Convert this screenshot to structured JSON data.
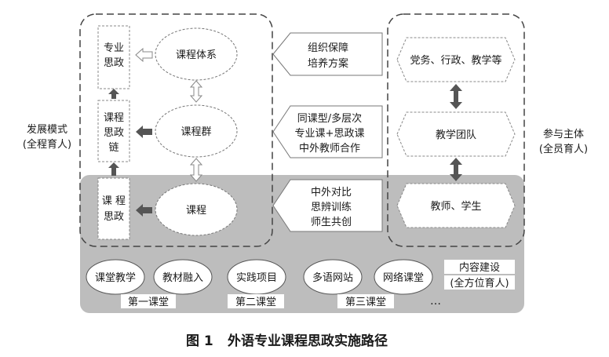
{
  "figure": {
    "caption_number": "图 1",
    "caption_title": "外语专业课程思政实施路径"
  },
  "side_labels": {
    "left_line1": "发展模式",
    "left_line2": "(全程育人)",
    "right_line1": "参与主体",
    "right_line2": "(全员育人)"
  },
  "left_column": {
    "box1": [
      "专业",
      "思政"
    ],
    "box2": [
      "课程",
      "思政",
      "链"
    ],
    "box3": [
      "课 程",
      "思政"
    ]
  },
  "ellipses": {
    "top": "课程体系",
    "middle": "课程群",
    "bottom": "课程"
  },
  "middle_arrows": {
    "top": [
      "组织保障",
      "培养方案"
    ],
    "middle": [
      "同课型/多层次",
      "专业课+思政课",
      "中外教师合作"
    ],
    "bottom": [
      "中外对比",
      "思辨训练",
      "师生共创"
    ]
  },
  "right_column": {
    "top": "党务、行政、教学等",
    "middle": "教学团队",
    "bottom": "教师、学生"
  },
  "bottom_band": {
    "items": [
      "课堂教学",
      "教材融入",
      "实践项目",
      "多语网站",
      "网络课堂"
    ],
    "ellipsis": "…",
    "content_label_line1": "内容建设",
    "content_label_line2": "(全方位育人)",
    "classroom_labels": [
      "第一课堂",
      "第二课堂",
      "第三课堂"
    ]
  }
}
